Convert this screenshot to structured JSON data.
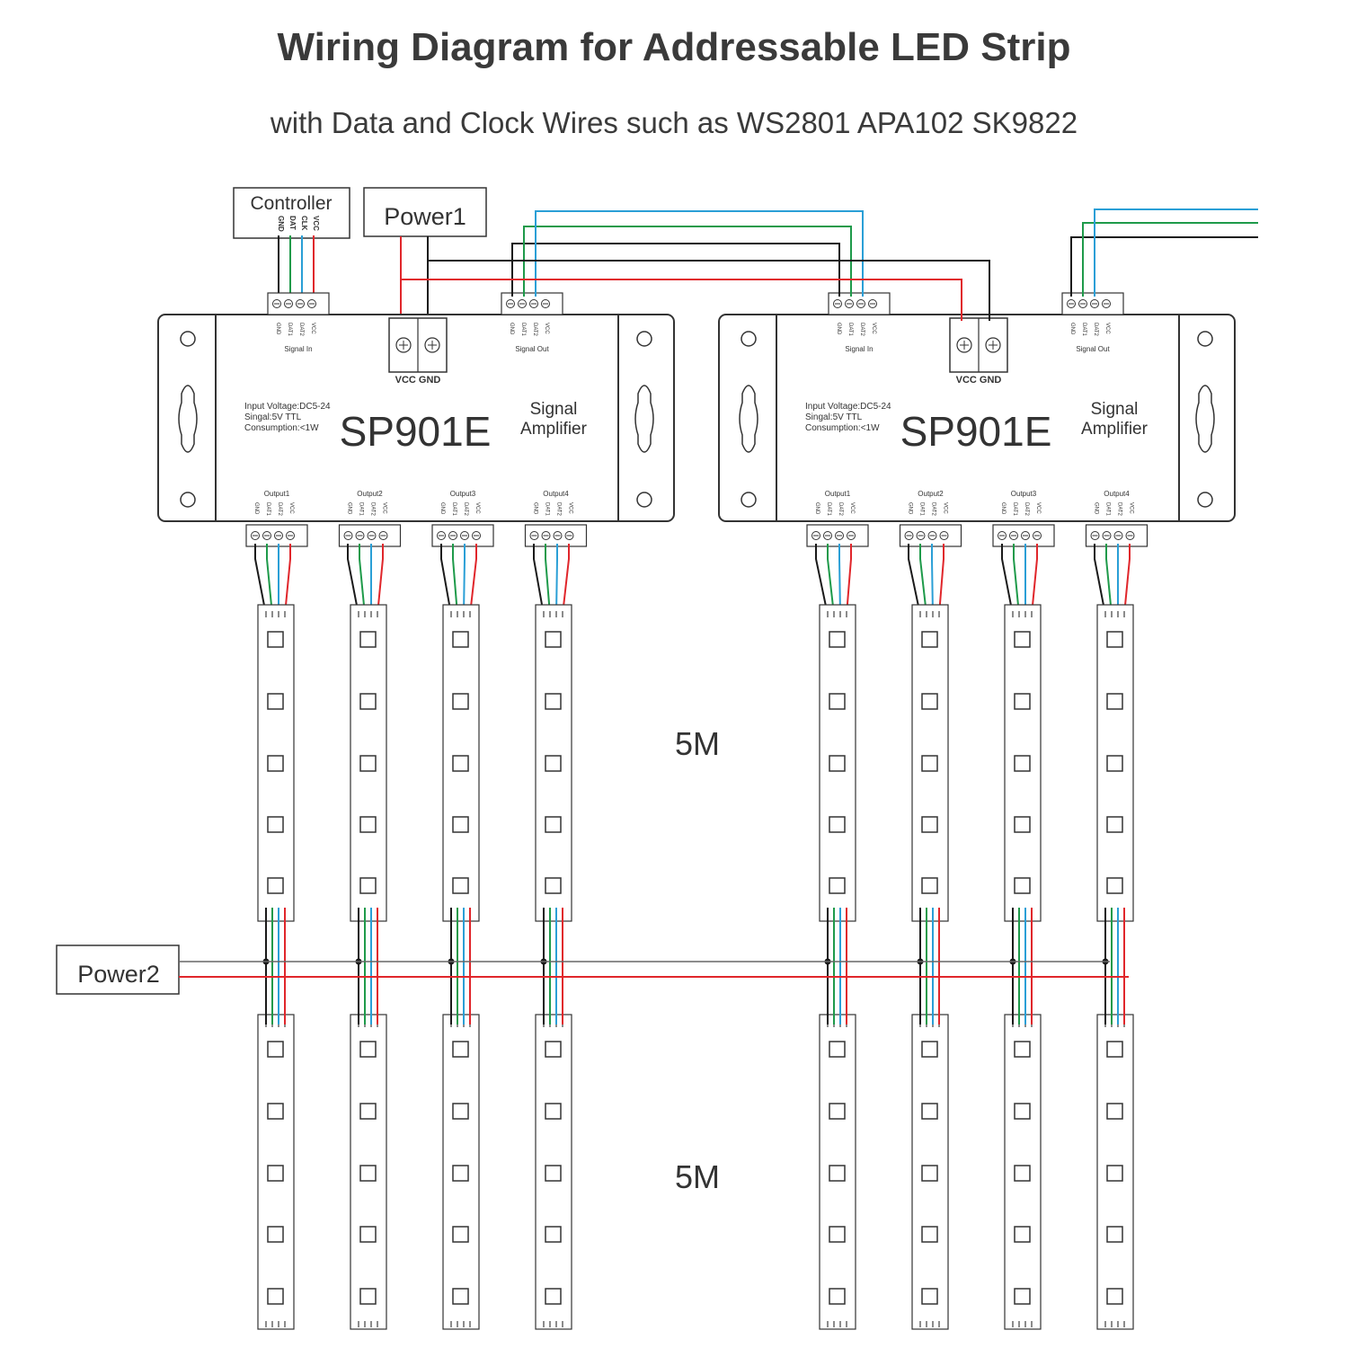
{
  "title": "Wiring Diagram for Addressable LED Strip",
  "subtitle": "with Data and Clock Wires such as WS2801 APA102 SK9822",
  "controller": {
    "label": "Controller",
    "pins": [
      "GND",
      "DAT",
      "CLK",
      "VCC"
    ]
  },
  "power1": {
    "label": "Power1"
  },
  "power2": {
    "label": "Power2"
  },
  "amplifier": {
    "model": "SP901E",
    "name_line1": "Signal",
    "name_line2": "Amplifier",
    "spec_voltage": "Input Voltage:DC5-24",
    "spec_signal": "Singal:5V TTL",
    "spec_consumption": "Consumption:<1W",
    "signal_in": "Signal In",
    "signal_out": "Signal Out",
    "terminal_pins": [
      "GND",
      "DAT1",
      "DAT2",
      "VCC"
    ],
    "power_terminals": "VCC GND",
    "outputs": [
      "Output1",
      "Output2",
      "Output3",
      "Output4"
    ]
  },
  "strip_pins": [
    "GND",
    "DAT1",
    "DAT2",
    "VCC"
  ],
  "segment_lengths": [
    "5M",
    "5M"
  ],
  "colors": {
    "wire_black": "#1a1a1a",
    "wire_green": "#1e9a4a",
    "wire_blue": "#2a9fd6",
    "wire_red": "#e0262b",
    "outline": "#333333"
  }
}
